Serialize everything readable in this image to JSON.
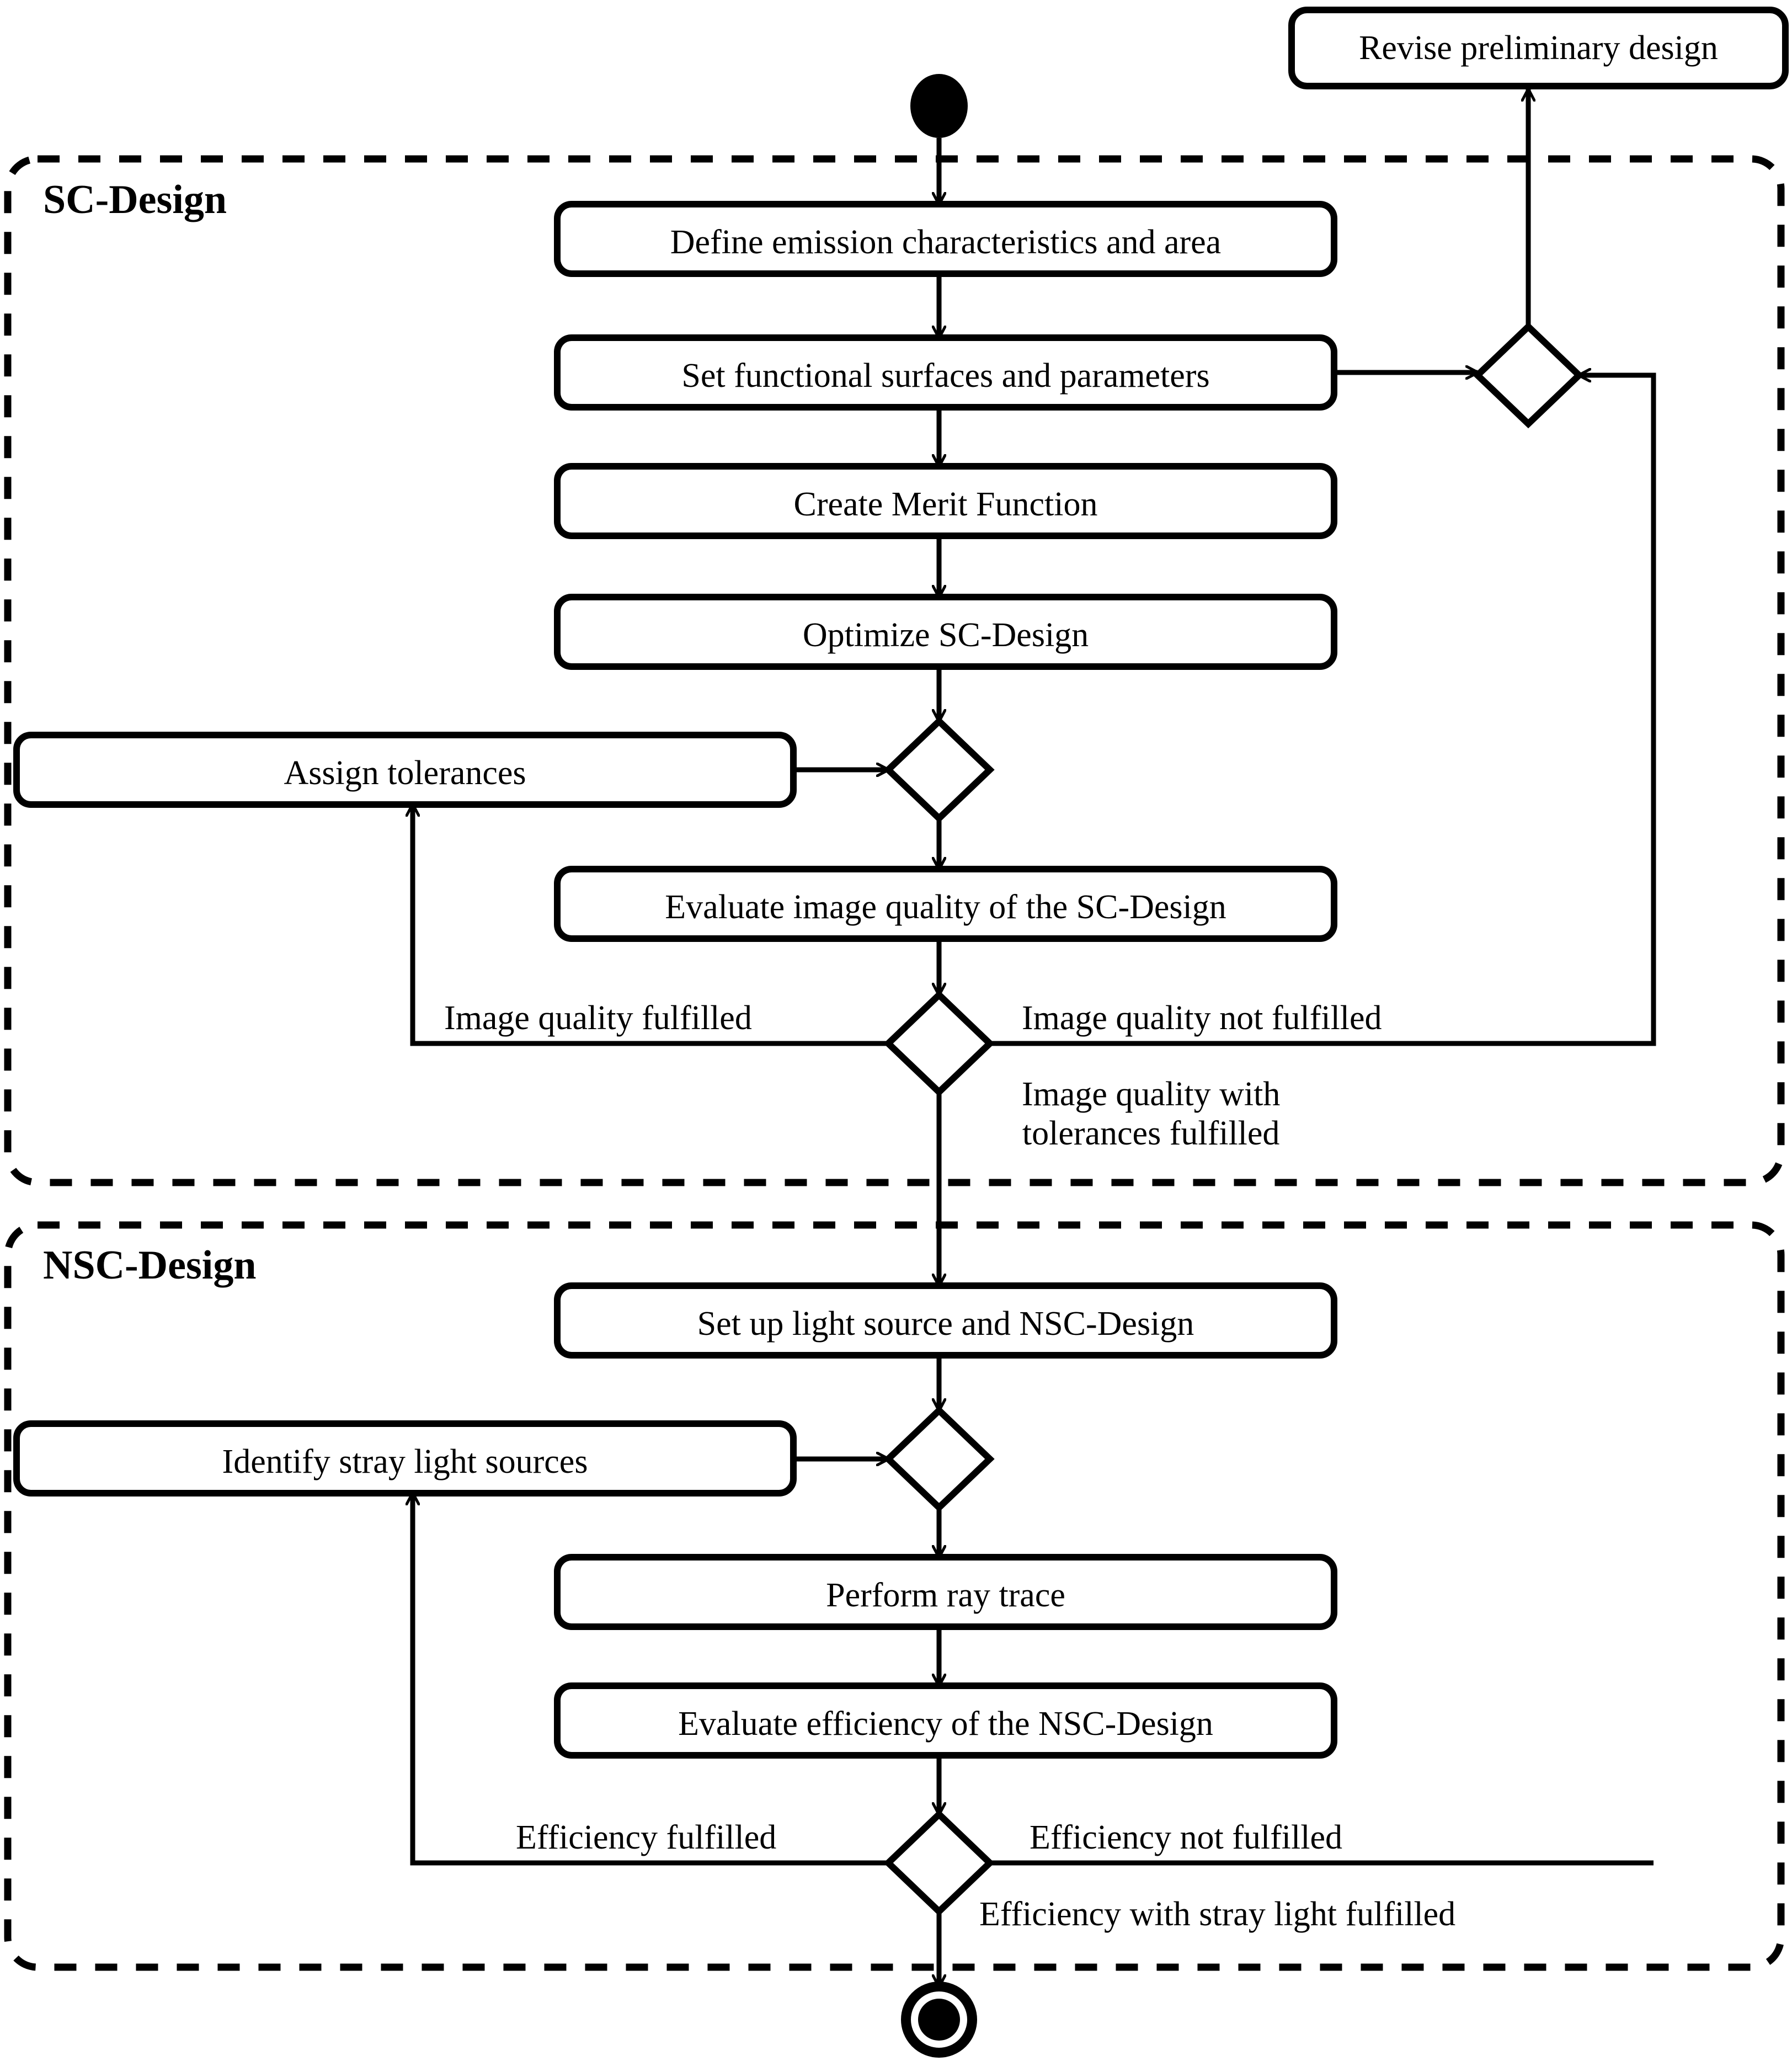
{
  "diagram": {
    "type": "uml-activity-diagram",
    "title": "SC-Design / NSC-Design optical design workflow",
    "colors": {
      "stroke": "#000000",
      "fill": "#ffffff",
      "background": "#ffffff"
    },
    "frames": [
      {
        "id": "sc",
        "label": "SC-Design",
        "border": "dashed"
      },
      {
        "id": "nsc",
        "label": "NSC-Design",
        "border": "dashed"
      }
    ],
    "nodes": [
      {
        "id": "start",
        "kind": "initial-node",
        "label": ""
      },
      {
        "id": "revise",
        "kind": "action",
        "label": "Revise preliminary design"
      },
      {
        "id": "define",
        "kind": "action",
        "label": "Define emission characteristics and area"
      },
      {
        "id": "setfunc",
        "kind": "action",
        "label": "Set functional surfaces and parameters"
      },
      {
        "id": "merit",
        "kind": "action",
        "label": "Create Merit Function"
      },
      {
        "id": "optimize",
        "kind": "action",
        "label": "Optimize SC-Design"
      },
      {
        "id": "tolerances",
        "kind": "action",
        "label": "Assign tolerances"
      },
      {
        "id": "evalimage",
        "kind": "action",
        "label": "Evaluate image quality of the SC-Design"
      },
      {
        "id": "setupnsc",
        "kind": "action",
        "label": "Set up light source and NSC-Design"
      },
      {
        "id": "identify",
        "kind": "action",
        "label": "Identify stray light sources"
      },
      {
        "id": "raytrace",
        "kind": "action",
        "label": "Perform ray trace"
      },
      {
        "id": "evaleff",
        "kind": "action",
        "label": "Evaluate efficiency of the NSC-Design"
      },
      {
        "id": "merge-top",
        "kind": "merge-node",
        "label": ""
      },
      {
        "id": "merge-sc",
        "kind": "merge-node",
        "label": ""
      },
      {
        "id": "decide-sc",
        "kind": "decision-node",
        "label": ""
      },
      {
        "id": "merge-nsc",
        "kind": "merge-node",
        "label": ""
      },
      {
        "id": "decide-nsc",
        "kind": "decision-node",
        "label": ""
      },
      {
        "id": "end",
        "kind": "final-node",
        "label": ""
      }
    ],
    "edge_labels": {
      "image_quality_fulfilled": "Image quality fulfilled",
      "image_quality_not_fulfilled": "Image quality not fulfilled",
      "image_quality_with_tolerances": "Image quality with\ntolerances fulfilled",
      "efficiency_fulfilled": "Efficiency fulfilled",
      "efficiency_not_fulfilled": "Efficiency not fulfilled",
      "efficiency_with_stray_light": "Efficiency with stray light fulfilled"
    }
  }
}
